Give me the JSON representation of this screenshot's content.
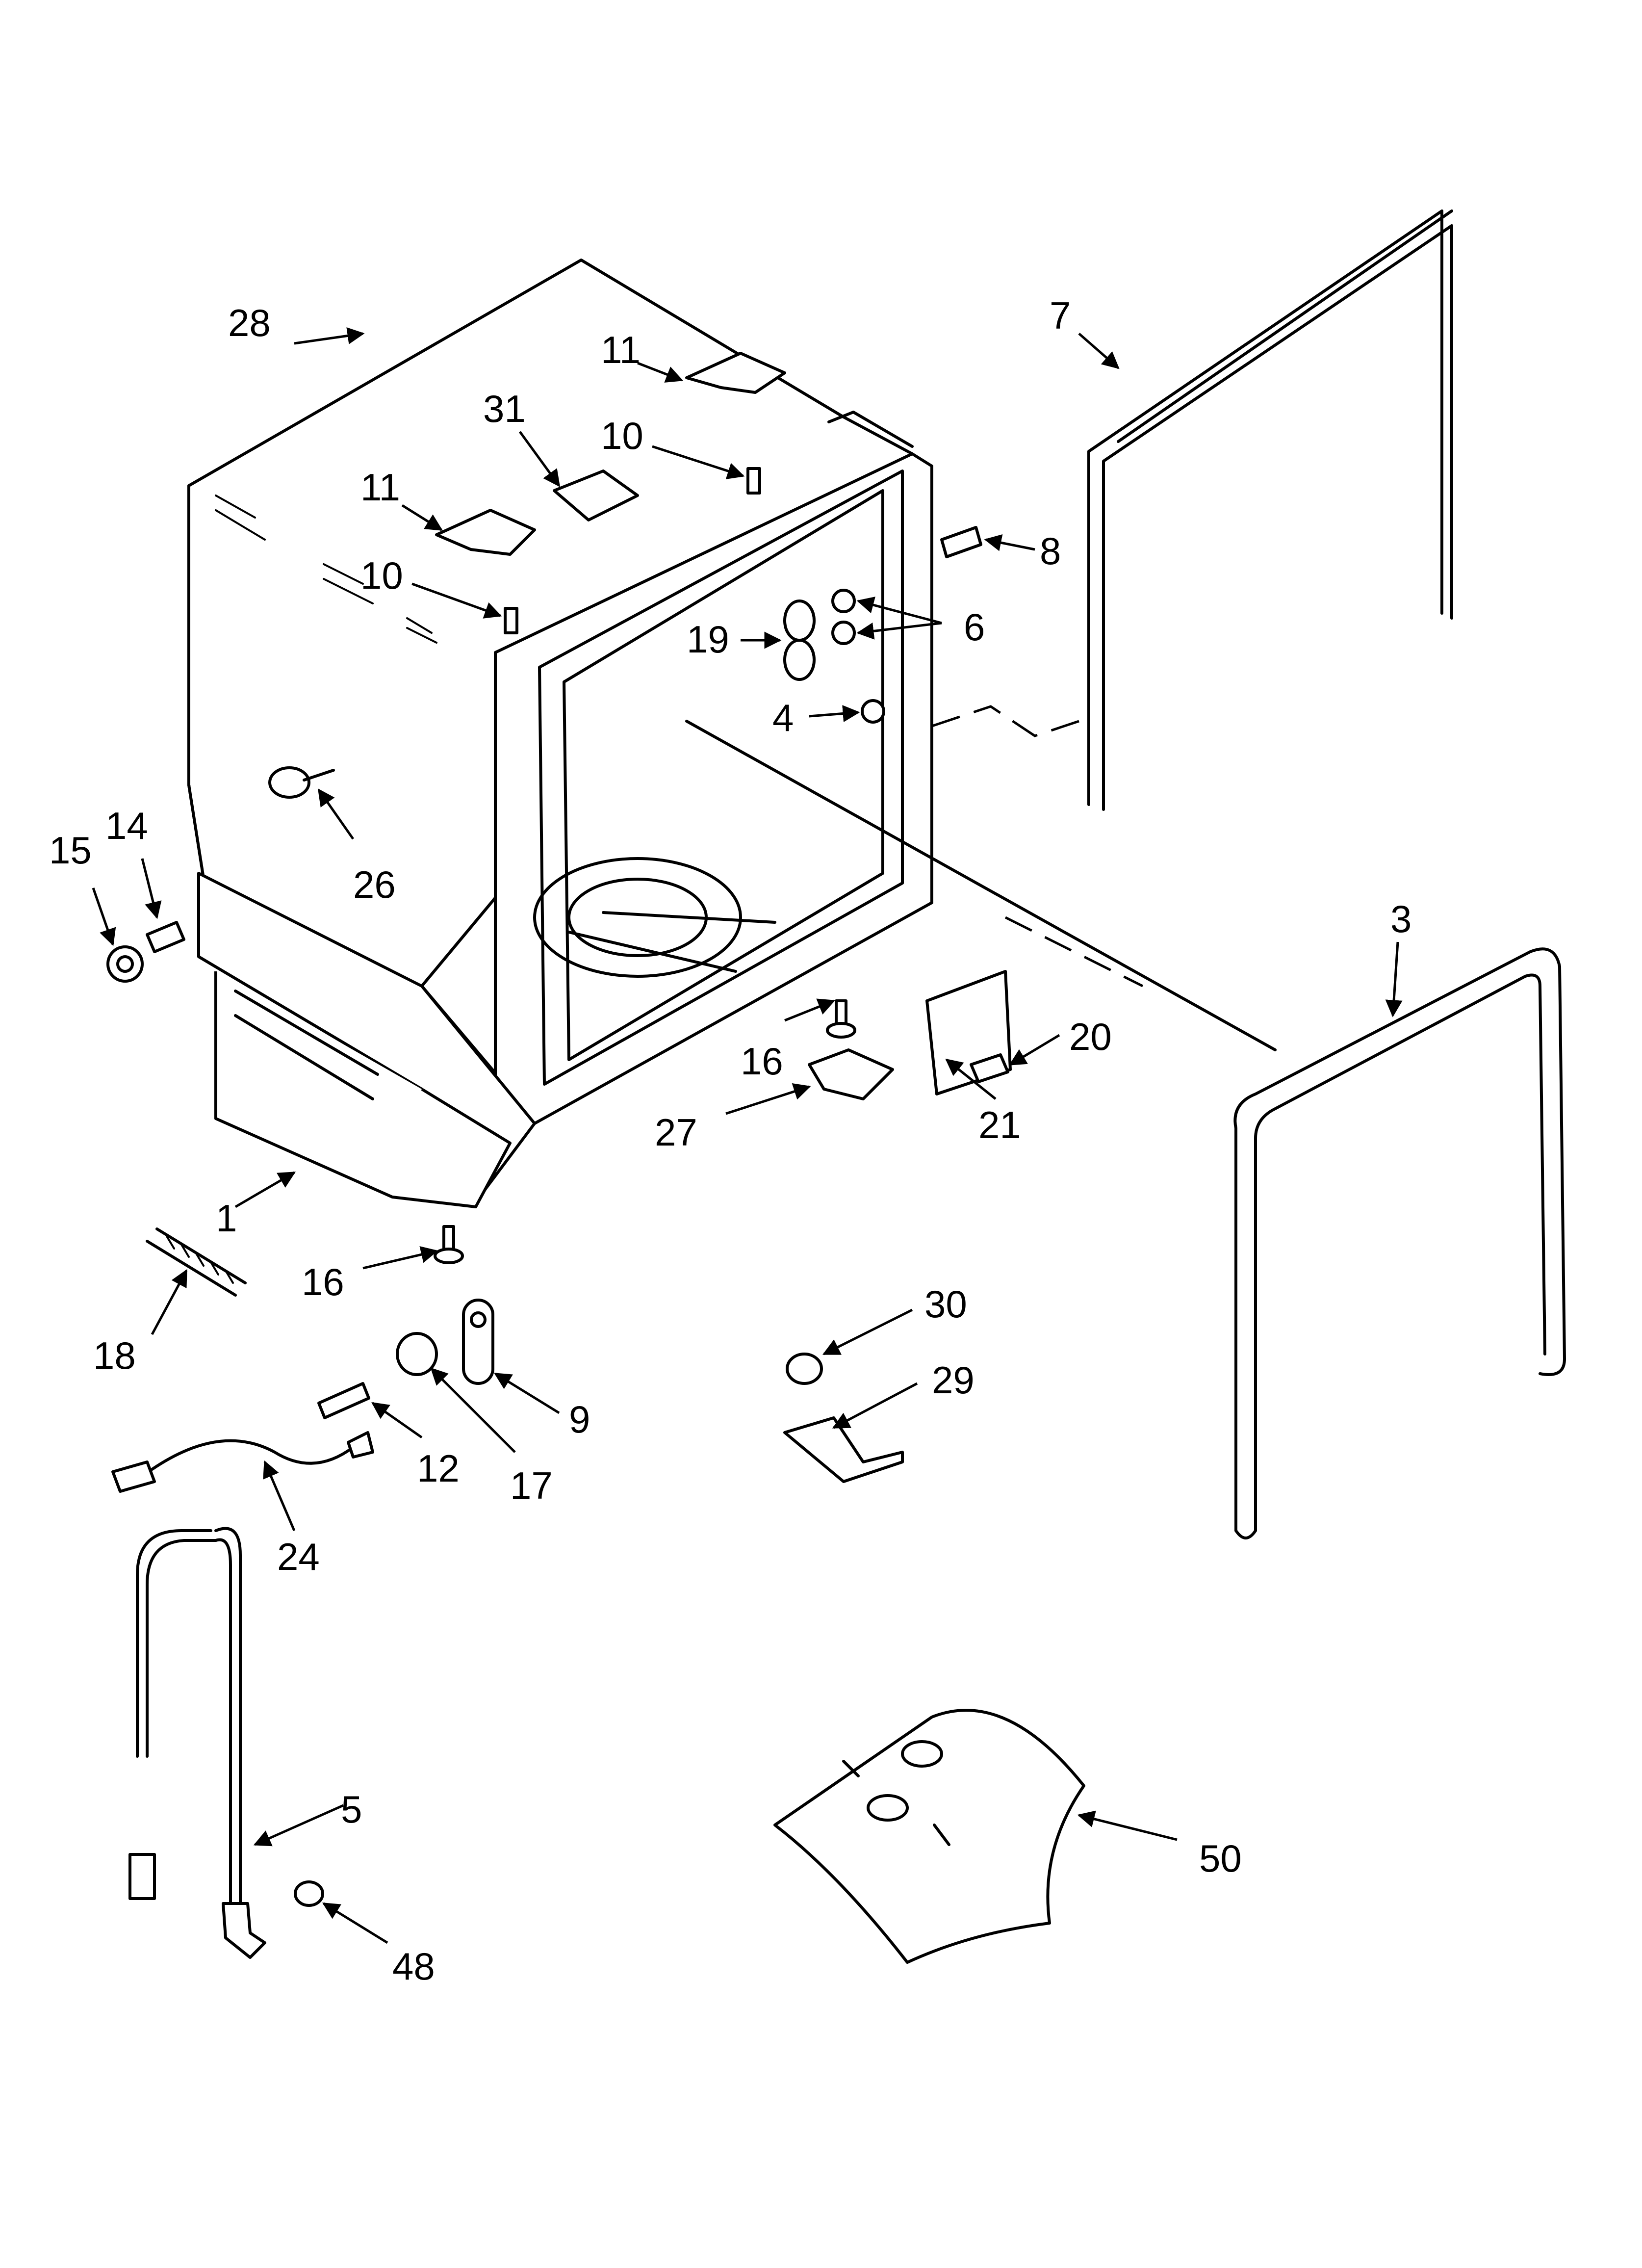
{
  "callouts": [
    "28",
    "11",
    "31",
    "10",
    "11",
    "10",
    "7",
    "8",
    "6",
    "19",
    "4",
    "26",
    "15",
    "14",
    "3",
    "16",
    "20",
    "27",
    "21",
    "1",
    "16",
    "18",
    "30",
    "29",
    "9",
    "12",
    "17",
    "24",
    "5",
    "48",
    "50"
  ]
}
